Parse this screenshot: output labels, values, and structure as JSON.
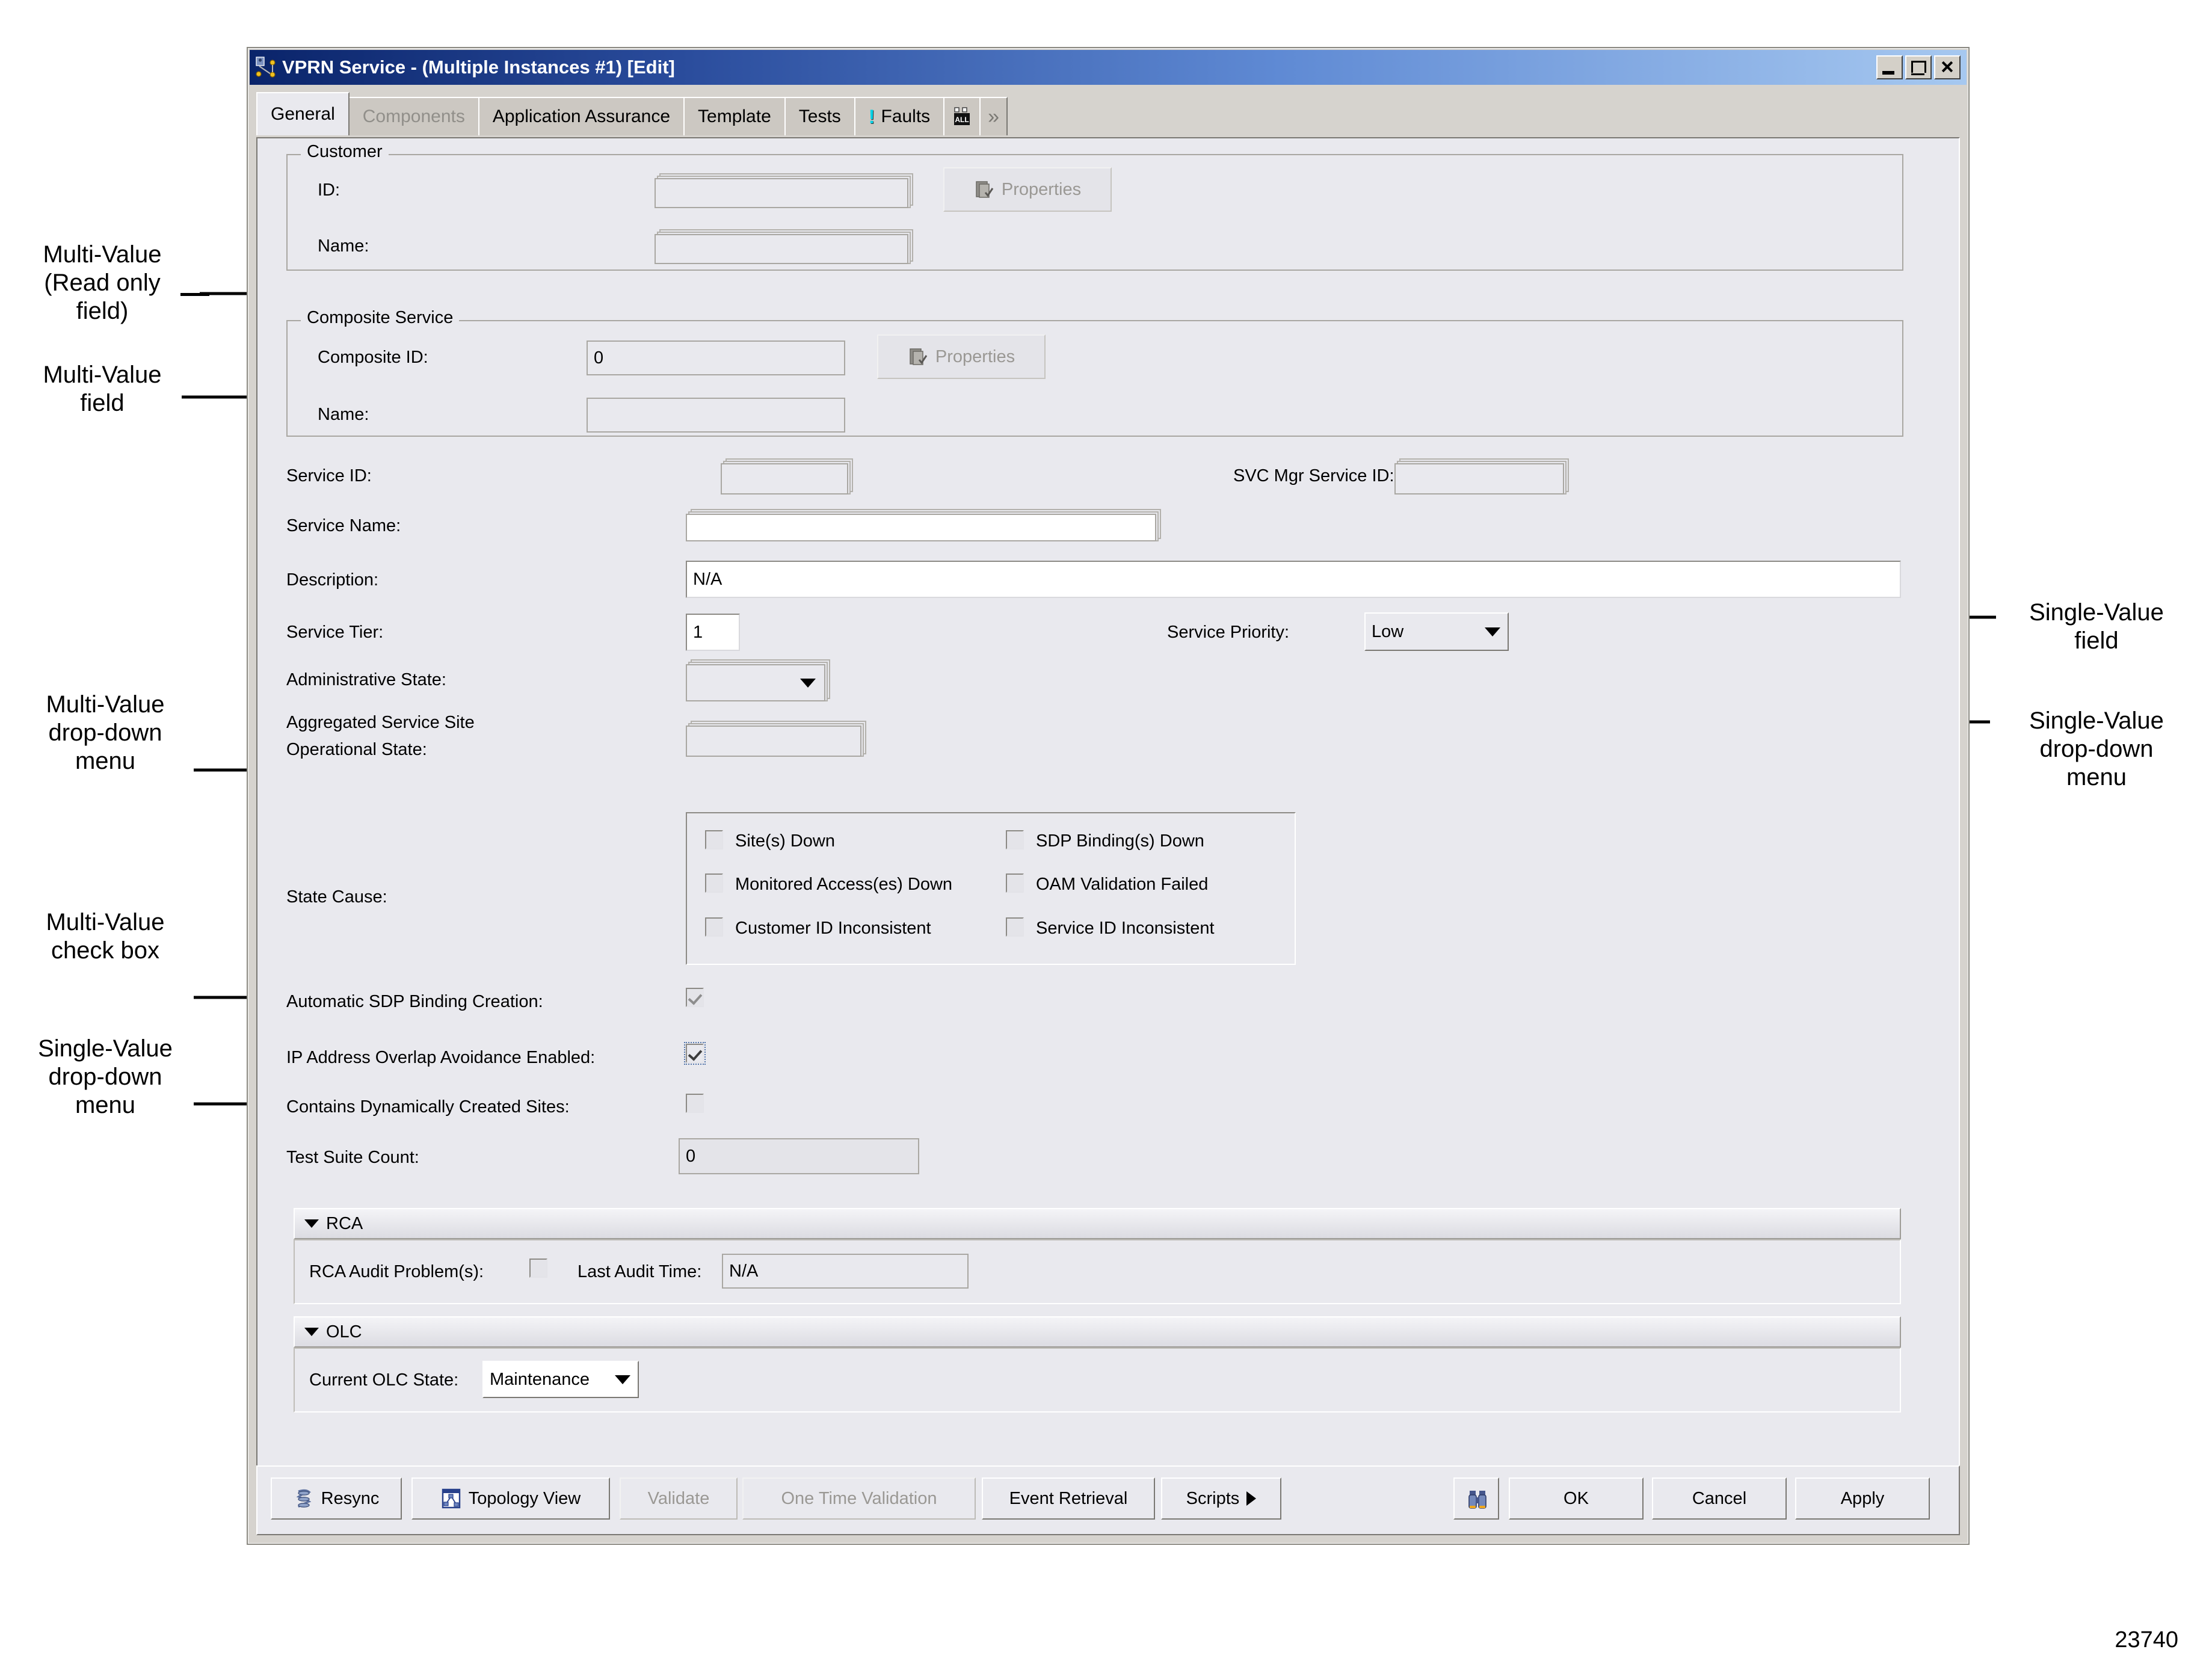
{
  "window": {
    "title": "VPRN Service - (Multiple Instances #1) [Edit]",
    "title_icon": "service-link-icon",
    "minimize_label": "_",
    "maximize_label": "□",
    "close_label": "X"
  },
  "tabs": [
    {
      "label": "General",
      "state": "selected",
      "name": "tab-general"
    },
    {
      "label": "Components",
      "state": "disabled",
      "name": "tab-components"
    },
    {
      "label": "Application Assurance",
      "state": "normal",
      "name": "tab-application-assurance"
    },
    {
      "label": "Template",
      "state": "normal",
      "name": "tab-template"
    },
    {
      "label": "Tests",
      "state": "normal",
      "name": "tab-tests"
    },
    {
      "label": "Faults",
      "state": "normal",
      "name": "tab-faults",
      "icon": "warning-icon"
    },
    {
      "label": "",
      "state": "normal",
      "name": "tab-alarm-all-icon",
      "icon": "alarm-all-icon"
    },
    {
      "label": "»",
      "state": "normal",
      "name": "tab-overflow-chevrons",
      "icon": "double-chevron-right-icon"
    }
  ],
  "customer": {
    "legend": "Customer",
    "id_label": "ID:",
    "id_value": "",
    "name_label": "Name:",
    "name_value": "",
    "properties_label": "Properties",
    "properties_icon": "properties-icon"
  },
  "composite": {
    "legend": "Composite Service",
    "id_label": "Composite ID:",
    "id_value": "0",
    "name_label": "Name:",
    "name_value": "",
    "properties_label": "Properties",
    "properties_icon": "properties-icon"
  },
  "fields": {
    "service_id_label": "Service ID:",
    "service_id_value": "",
    "svc_mgr_service_id_label": "SVC Mgr Service ID:",
    "svc_mgr_service_id_value": "",
    "service_name_label": "Service Name:",
    "service_name_value": "",
    "description_label": "Description:",
    "description_value": "N/A",
    "service_tier_label": "Service Tier:",
    "service_tier_value": "1",
    "service_priority_label": "Service Priority:",
    "service_priority_value": "Low",
    "administrative_state_label": "Administrative State:",
    "administrative_state_value": "",
    "aggregated_state_label_line1": "Aggregated Service Site",
    "aggregated_state_label_line2": "Operational State:",
    "aggregated_state_value": "",
    "state_cause_label": "State Cause:",
    "auto_sdp_label": "Automatic SDP Binding Creation:",
    "ip_overlap_label": "IP Address Overlap Avoidance Enabled:",
    "dyn_sites_label": "Contains Dynamically Created Sites:",
    "test_suite_label": "Test Suite Count:",
    "test_suite_value": "0"
  },
  "state_cause": {
    "items": [
      {
        "label": "Site(s) Down",
        "checked": false
      },
      {
        "label": "SDP Binding(s) Down",
        "checked": false
      },
      {
        "label": "Monitored Access(es) Down",
        "checked": false
      },
      {
        "label": "OAM Validation Failed",
        "checked": false
      },
      {
        "label": "Customer ID Inconsistent",
        "checked": false
      },
      {
        "label": "Service ID Inconsistent",
        "checked": false
      }
    ]
  },
  "rca": {
    "section_label": "RCA",
    "audit_problems_label": "RCA Audit Problem(s):",
    "audit_problems_checked": false,
    "last_audit_time_label": "Last Audit Time:",
    "last_audit_time_value": "N/A"
  },
  "olc": {
    "section_label": "OLC",
    "current_state_label": "Current OLC State:",
    "current_state_value": "Maintenance"
  },
  "buttons": {
    "resync": "Resync",
    "topology_view": "Topology View",
    "validate": "Validate",
    "one_time_validation": "One Time Validation",
    "event_retrieval": "Event Retrieval",
    "scripts": "Scripts",
    "ok": "OK",
    "cancel": "Cancel",
    "apply": "Apply",
    "binoculars_icon": "binoculars-icon",
    "resync_icon": "resync-icon",
    "topology_icon": "topology-icon"
  },
  "annotations": {
    "left": [
      {
        "text": "Multi-Value\n(Read only\nfield)",
        "name": "annotation-multi-value-read-only-field"
      },
      {
        "text": "Multi-Value\nfield",
        "name": "annotation-multi-value-field"
      },
      {
        "text": "Multi-Value\ndrop-down\nmenu",
        "name": "annotation-multi-value-dropdown"
      },
      {
        "text": "Multi-Value\ncheck box",
        "name": "annotation-multi-value-checkbox"
      },
      {
        "text": "Single-Value\ndrop-down\nmenu",
        "name": "annotation-single-value-dropdown-left"
      }
    ],
    "right": [
      {
        "text": "Single-Value\nfield",
        "name": "annotation-single-value-field"
      },
      {
        "text": "Single-Value\ndrop-down\nmenu",
        "name": "annotation-single-value-dropdown-right"
      }
    ]
  },
  "figure_number": "23740"
}
